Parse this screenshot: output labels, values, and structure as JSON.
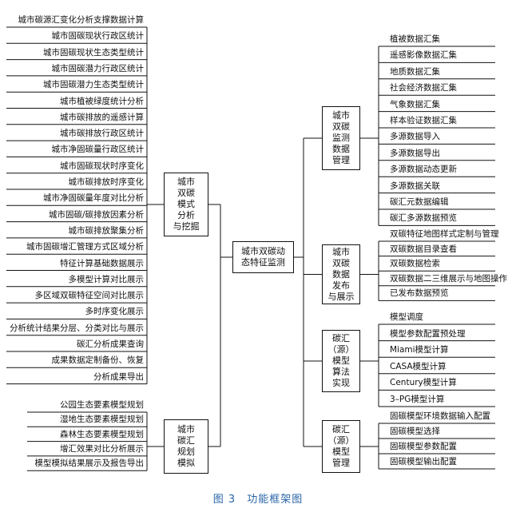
{
  "center": "城市双碳动\n态特征监测",
  "left_groups": [
    {
      "label": "城市\n双碳\n模式\n分析\n与挖掘",
      "leaves": [
        "城市碳源汇变化分析支撑数据计算",
        "城市固碳现状行政区统计",
        "城市固碳现状生态类型统计",
        "城市固碳潜力行政区统计",
        "城市固碳潜力生态类型统计",
        "城市植被绿度统计分析",
        "城市碳排放的遥感计算",
        "城市碳排放行政区统计",
        "城市净固碳量行政区统计",
        "城市固碳现状时序变化",
        "城市碳排放时序变化",
        "城市净固碳量年度对比分析",
        "城市固碳/碳排放因素分析",
        "城市碳排放聚集分析",
        "城市固碳增汇管理方式区域分析",
        "特征计算基础数据展示",
        "多模型计算对比展示",
        "多区域双碳特征空间对比展示",
        "多时序变化展示",
        "分析统计结果分层、分类对比与展示",
        "碳汇分析成果查询",
        "成果数据定制备份、恢复",
        "分析成果导出"
      ]
    },
    {
      "label": "城市\n碳汇\n规划\n模拟",
      "leaves": [
        "公园生态要素模型规划",
        "湿地生态要素模型规划",
        "森林生态要素模型规划",
        "增汇效果对比分析展示",
        "模型模拟结果展示及报告导出"
      ]
    }
  ],
  "right_groups": [
    {
      "label": "城市\n双碳\n监测\n数据\n管理",
      "leaves": [
        "植被数据汇集",
        "遥感影像数据汇集",
        "地质数据汇集",
        "社会经济数据汇集",
        "气象数据汇集",
        "样本验证数据汇集",
        "多源数据导入",
        "多源数据导出",
        "多源数据动态更新",
        "多源数据关联",
        "碳汇元数据编辑",
        "碳汇多源数据预览"
      ]
    },
    {
      "label": "城市\n双碳\n数据\n发布\n与展示",
      "leaves": [
        "双碳特征地图样式定制与管理",
        "双碳数据目录查看",
        "双碳数据检索",
        "双碳数据二三维展示与地图操作",
        "已发布数据预览"
      ]
    },
    {
      "label": "碳汇\n（源）\n模型\n算法\n实现",
      "leaves": [
        "模型调度",
        "模型参数配置预处理",
        "Miami模型计算",
        "CASA模型计算",
        "Century模型计算",
        "3–PG模型计算"
      ]
    },
    {
      "label": "碳汇\n（源）\n模型\n管理",
      "leaves": [
        "固碳模型环境数据输入配置",
        "固碳模型选择",
        "固碳模型参数配置",
        "固碳模型输出配置"
      ]
    }
  ],
  "caption": "图 3　功能框架图"
}
